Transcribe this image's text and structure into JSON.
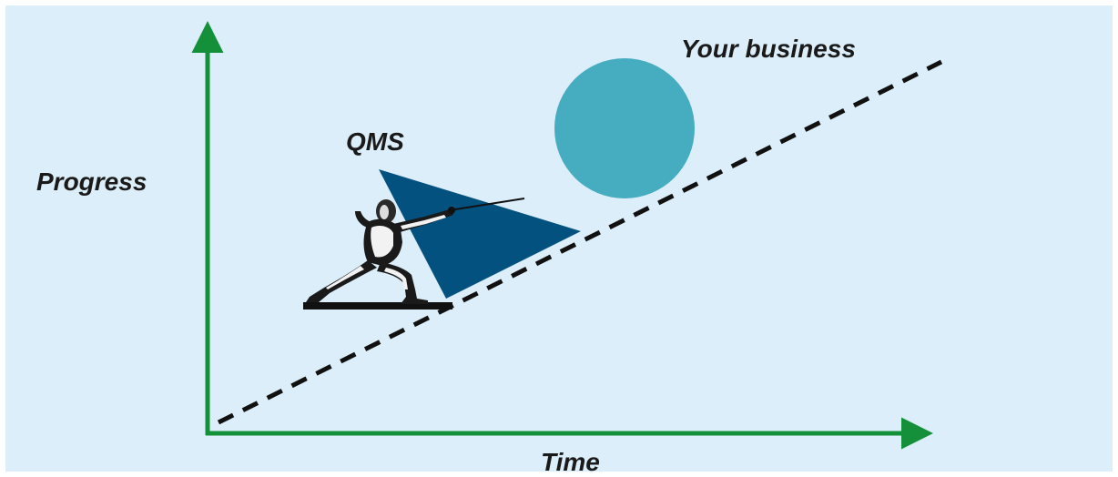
{
  "diagram": {
    "y_axis_label": "Progress",
    "x_axis_label": "Time",
    "qms_label": "QMS",
    "business_label": "Your business"
  },
  "colors": {
    "background": "#dbeef9",
    "axis": "#14903a",
    "trend_line": "#111111",
    "wedge": "#03517f",
    "ball": "#46acc0",
    "figure": "#111111",
    "platform": "#111111"
  },
  "icons": {
    "figure": "fencer-icon",
    "ball": "business-ball",
    "wedge": "qms-wedge"
  }
}
